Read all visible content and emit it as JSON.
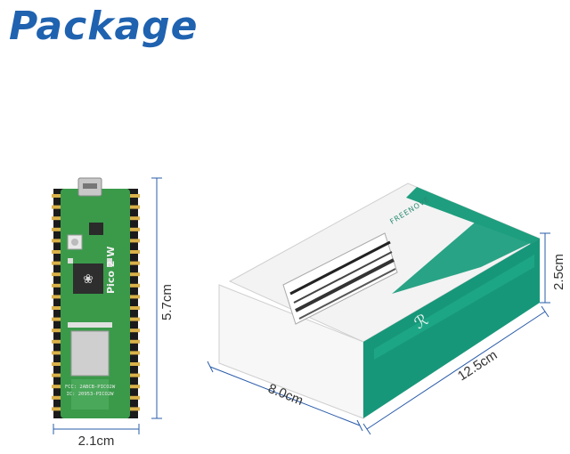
{
  "title": "Package",
  "colors": {
    "title": "#1f62b0",
    "dimension_line": "#2a5caa",
    "board_green": "#3a9a4a",
    "box_teal": "#1e9e7e",
    "box_white": "#f4f4f4"
  },
  "board": {
    "silkscreen_model": "Pico 2 W",
    "silkscreen_fcc": "FCC: 2ABCB-PICO2W",
    "silkscreen_ic": "IC: 20953-PICO2W"
  },
  "box": {
    "brand": "FREENOVE"
  },
  "dimensions": {
    "board_height": "5.7cm",
    "board_width": "2.1cm",
    "box_width": "8.0cm",
    "box_length": "12.5cm",
    "box_height": "2.5cm"
  }
}
